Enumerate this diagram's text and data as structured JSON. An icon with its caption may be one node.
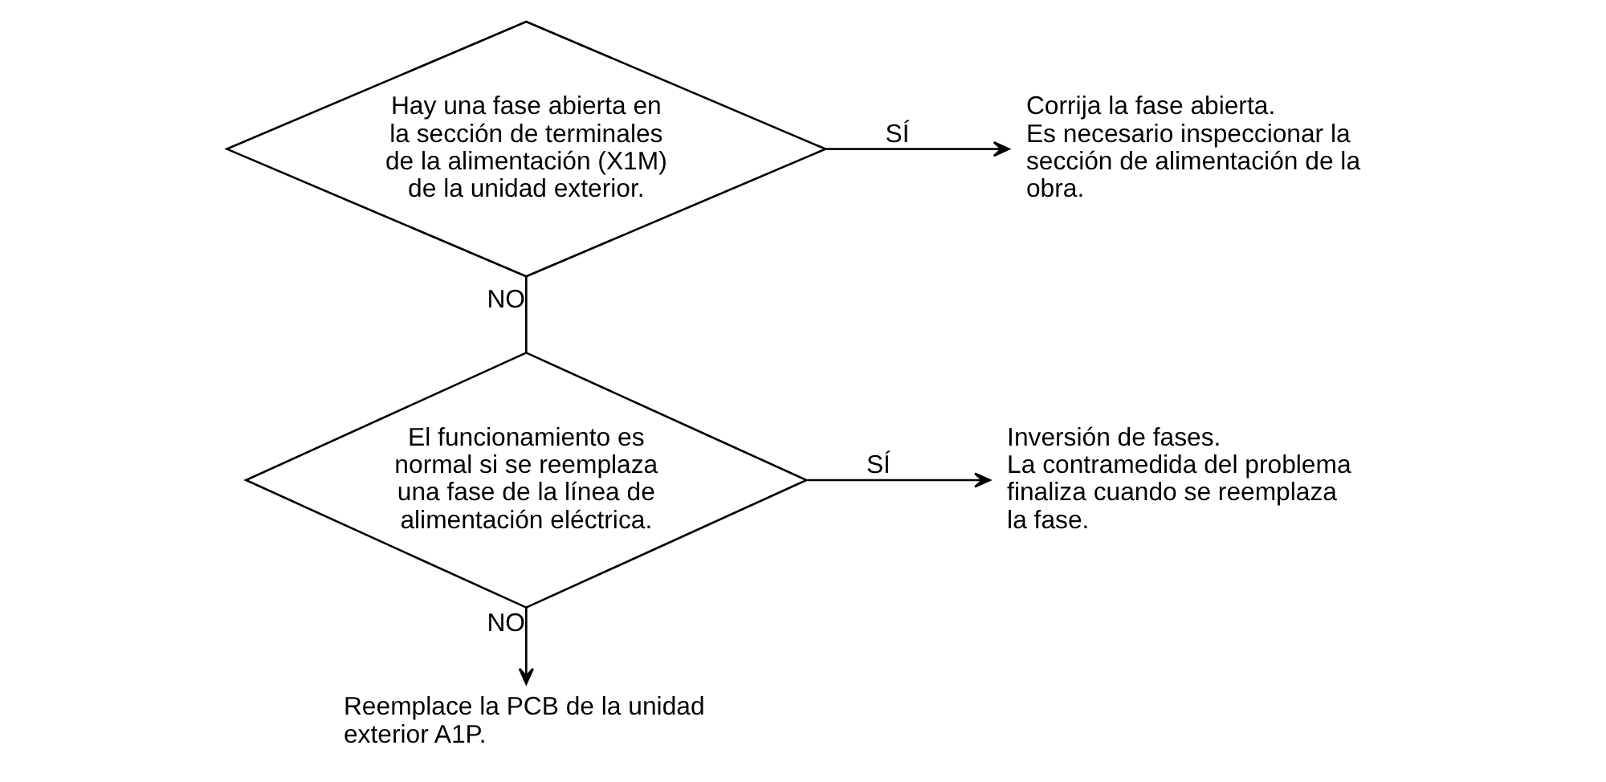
{
  "diagram": {
    "nodes": [
      {
        "text": [
          "Hay una fase abierta en la sección de terminales de la alimentación (X1M) de la unidad exterior."
        ]
      },
      {
        "text": [
          "Corrija la fase abierta.",
          "Es necesario inspeccionar la sección de alimentación de la obra."
        ]
      },
      {
        "text": [
          "El funcionamiento es normal si se reemplaza una fase de la línea de alimentación eléctrica."
        ]
      },
      {
        "text": [
          "Inversión de fases.",
          "La contramedida del problema finaliza cuando se reemplaza la fase."
        ]
      },
      {
        "text": [
          "Reemplace la PCB de la unidad exterior A1P."
        ]
      }
    ],
    "edges": [
      {
        "from": 0,
        "to": 1,
        "arrow": "to",
        "label": "SÍ"
      },
      {
        "from": 0,
        "to": 2,
        "arrow": "none",
        "label": "NO"
      },
      {
        "from": 2,
        "to": 3,
        "arrow": "to",
        "label": "SÍ"
      },
      {
        "from": 2,
        "to": 4,
        "arrow": "to",
        "label": "NO"
      }
    ]
  }
}
